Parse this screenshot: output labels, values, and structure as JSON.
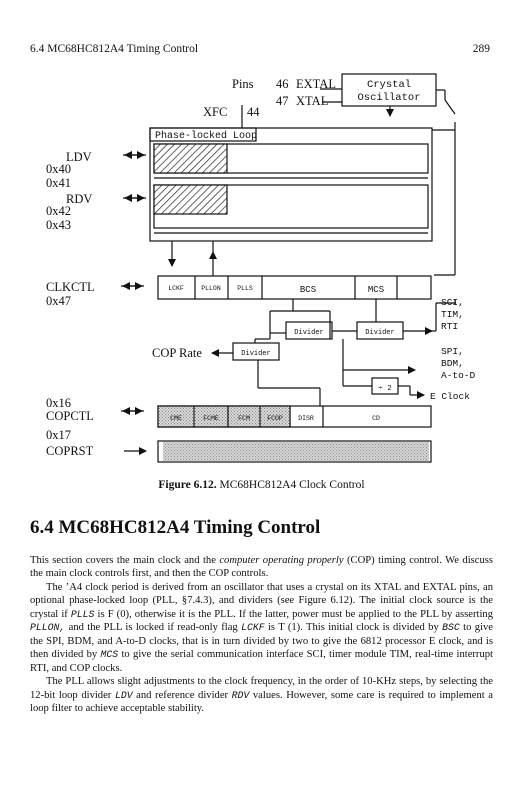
{
  "header": {
    "section": "6.4   MC68HC812A4 Timing Control",
    "page_number": "289"
  },
  "figure": {
    "pins_label": "Pins",
    "pin46": "46",
    "pin47": "47",
    "extal": "EXTAL",
    "xtal": "XTAL",
    "xfc": "XFC",
    "pin44": "44",
    "osc_line1": "Crystal",
    "osc_line2": "Oscillator",
    "pll_title": "Phase-locked Loop",
    "ldv": "LDV",
    "addr_40": "0x40",
    "addr_41": "0x41",
    "rdv": "RDV",
    "addr_42": "0x42",
    "addr_43": "0x43",
    "clkctl": "CLKCTL",
    "addr_47": "0x47",
    "lckf": "LCKF",
    "pllon": "PLLON",
    "plls": "PLLS",
    "bcs": "BCS",
    "mcs": "MCS",
    "divider": "Divider",
    "cop_rate": "COP Rate",
    "div2": "÷ 2",
    "out_sci": "SCI,",
    "out_tim": "TIM,",
    "out_rti": "RTI",
    "out_spi": "SPI,",
    "out_bdm": "BDM,",
    "out_atod": "A-to-D",
    "out_eclock": "E Clock",
    "addr_16": "0x16",
    "copctl": "COPCTL",
    "addr_17": "0x17",
    "coprst": "COPRST",
    "cme": "CME",
    "fcme": "FCME",
    "fcm": "FCM",
    "fcop": "FCOP",
    "disr": "DISR",
    "cd": "CD"
  },
  "caption": {
    "label": "Figure 6.12.",
    "text": " MC68HC812A4 Clock Control"
  },
  "section_heading": "6.4  MC68HC812A4  Timing  Control",
  "body": {
    "p1_a": "This section covers the main clock and the ",
    "p1_em": "computer operating properly",
    "p1_b": " (COP) timing control. We discuss the main clock controls first, and then the COP controls.",
    "p2_a": "The ’A4 clock period is derived from an oscillator that uses a crystal on its XTAL and EXTAL pins, an optional phase-locked loop (PLL, §7.4.3), and dividers (see Figure 6.12). The initial clock source is the crystal if ",
    "p2_c1": "PLLS",
    "p2_b": " is F (0), otherwise it is the PLL. If the latter, power must be applied to the PLL by asserting ",
    "p2_c2": "PLLON,",
    "p2_c": " and the PLL is locked if read-only flag ",
    "p2_c3": "LCKF",
    "p2_d": " is T (1). This initial clock is divided by ",
    "p2_c4": "BSC",
    "p2_e": " to give the SPI, BDM, and A-to-D clocks, that is in turn divided by two to give the 6812 processor E clock, and is then divided by ",
    "p2_c5": "MCS",
    "p2_f": " to give the serial communication interface SCI, timer module TIM, real-time interrupt RTI, and COP clocks.",
    "p3_a": "The PLL allows slight adjustments to the clock frequency, in the order of 10-KHz steps, by selecting the 12-bit loop divider ",
    "p3_c1": "LDV",
    "p3_b": " and reference divider ",
    "p3_c2": "RDV",
    "p3_c": " values. However, some care is required to implement a loop filter to achieve acceptable stability."
  }
}
